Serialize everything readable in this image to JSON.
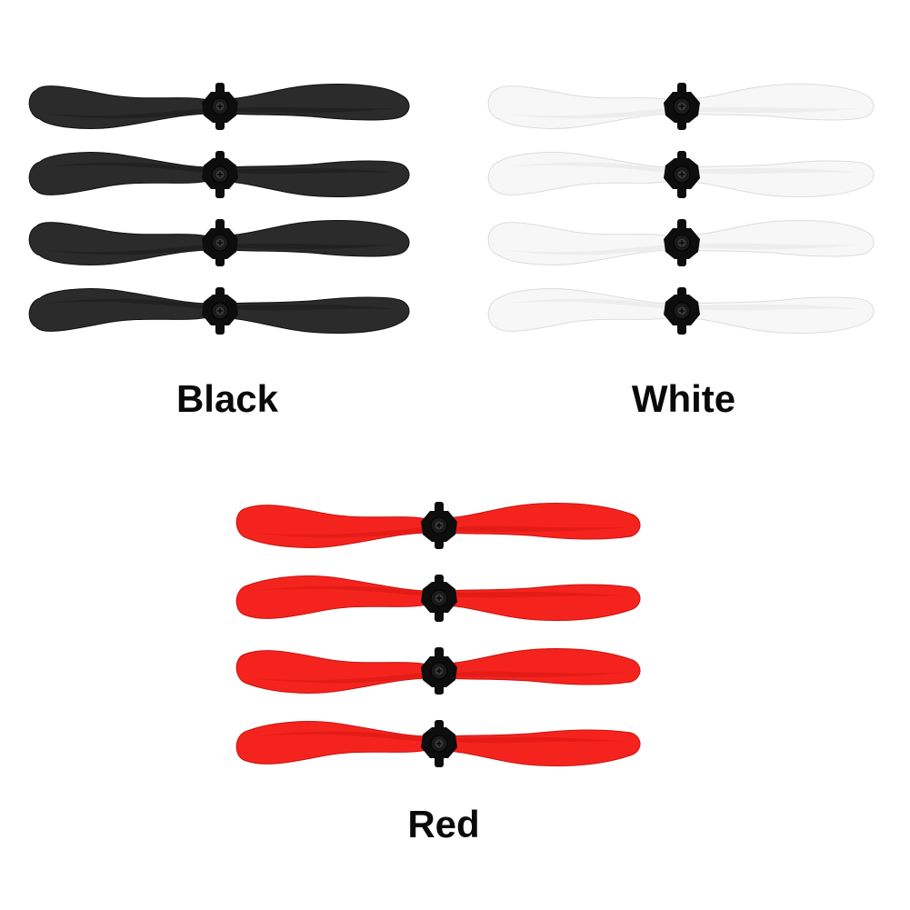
{
  "groups": [
    {
      "id": "black",
      "label": "Black",
      "blade_color": "#2b2b2b",
      "blade_shade": "#1a1a1a",
      "blade_stroke": "#111111",
      "propeller_count": 4
    },
    {
      "id": "white",
      "label": "White",
      "blade_color": "#f7f7f7",
      "blade_shade": "#e6e6e6",
      "blade_stroke": "#dcdcdc",
      "propeller_count": 4
    },
    {
      "id": "red",
      "label": "Red",
      "blade_color": "#f5231e",
      "blade_shade": "#d91612",
      "blade_stroke": "#c81410",
      "propeller_count": 4
    }
  ],
  "hub_color": "#0d0d0d",
  "screw_color": "#3a3a3a"
}
